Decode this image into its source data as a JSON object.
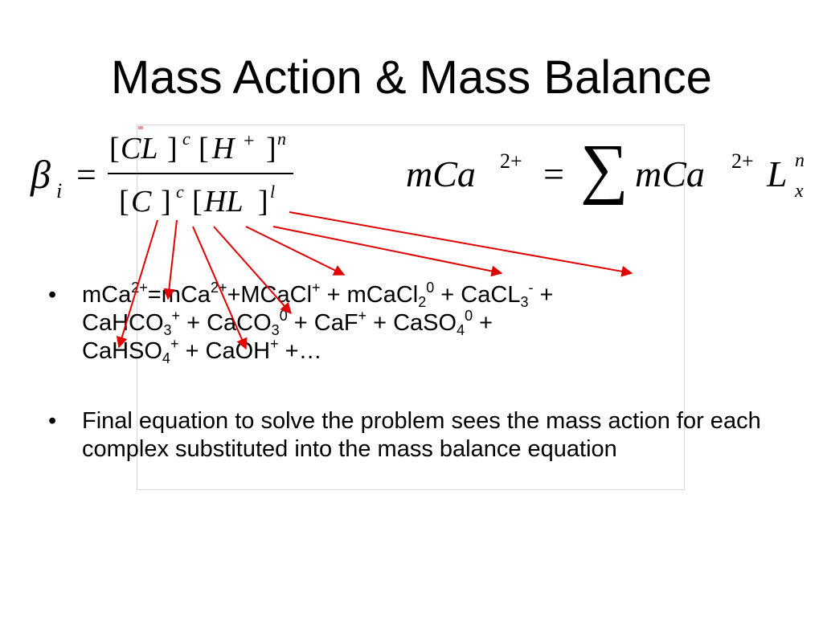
{
  "title": "Mass Action & Mass Balance",
  "equation_left": {
    "beta": "β",
    "beta_sub": "i",
    "equals": "=",
    "numerator": {
      "bracket_open_1": "[",
      "species_1": "CL",
      "bracket_close_1": "]",
      "exp_1": "c",
      "bracket_open_2": "[",
      "species_2": "H",
      "plus": "+",
      "bracket_close_2": "]",
      "exp_2": "n"
    },
    "denominator": {
      "bracket_open_1": "[",
      "species_1": "C",
      "bracket_close_1": "]",
      "exp_1": "c",
      "bracket_open_2": "[",
      "species_2": "HL",
      "bracket_close_2": "]",
      "exp_2": "l"
    }
  },
  "equation_right": {
    "lhs": "mCa",
    "lhs_charge": "2+",
    "equals": "=",
    "sum": "∑",
    "rhs": "mCa",
    "rhs_charge": "2+",
    "L": "L",
    "L_sup": "n",
    "L_sub": "x"
  },
  "bullet_marker": "•",
  "bullet1": {
    "t1": "mCa",
    "s1": "2+",
    "t2": "=mCa",
    "s2": "2+",
    "t3": "+MCaCl",
    "s3": "+",
    "t4": " + mCaCl",
    "b4": "2",
    "s4": "0",
    "t5": " + CaCL",
    "b5": "3",
    "s5": "-",
    "t6": " +",
    "t7": "CaHCO",
    "b7": "3",
    "s7": "+",
    "t8": " + CaCO",
    "b8": "3",
    "s8": "0",
    "t9": " + CaF",
    "s9": "+",
    "t10": " + CaSO",
    "b10": "4",
    "s10": "0",
    "t11": " +",
    "t12": "CaHSO",
    "b12": "4",
    "s12": "+",
    "t13": " + CaOH",
    "s13": "+",
    "t14": " +…"
  },
  "bullet2": {
    "text": "Final equation to solve the problem sees the mass action for each complex substituted into the mass balance equation"
  },
  "colors": {
    "text": "#000000",
    "arrow": "#e00000",
    "frame": "#d6d6d6"
  }
}
